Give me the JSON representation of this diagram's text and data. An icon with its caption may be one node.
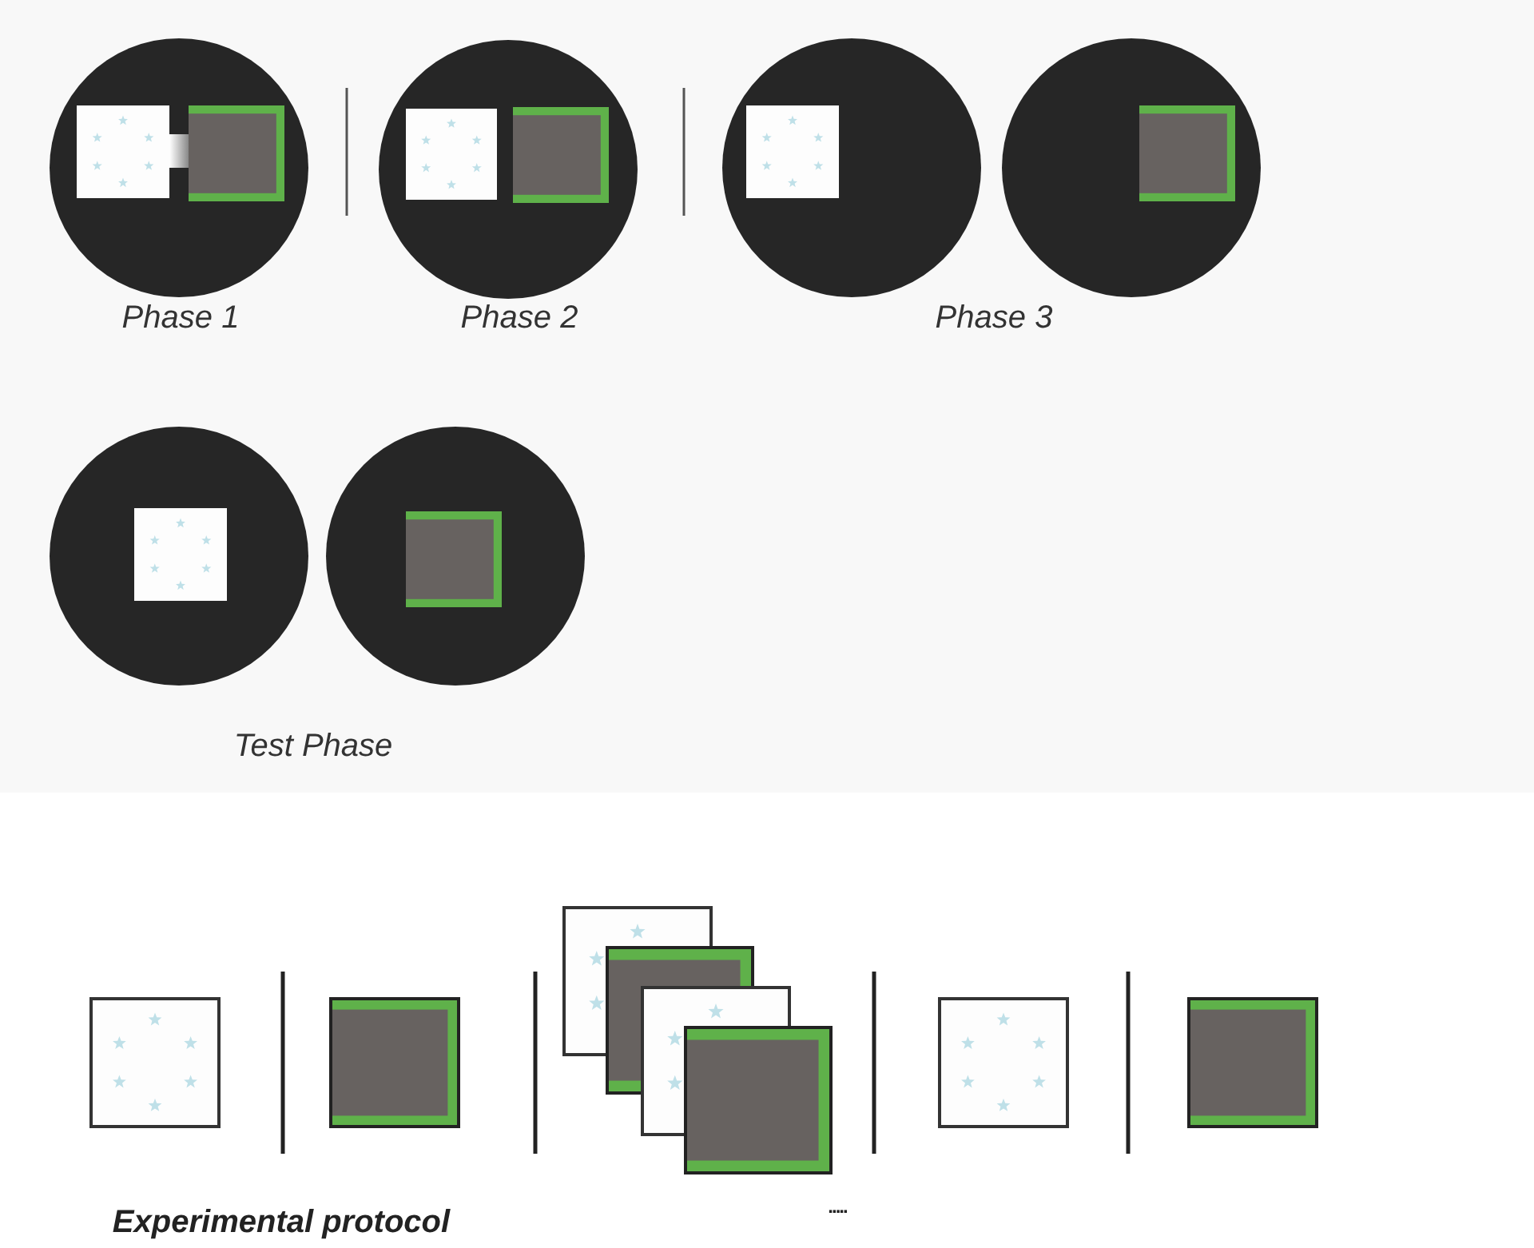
{
  "diagram": {
    "labels": [
      "Phase 1",
      "Phase 2",
      "Phase 3",
      "Test Phase",
      "Experimental protocol",
      "....."
    ]
  }
}
